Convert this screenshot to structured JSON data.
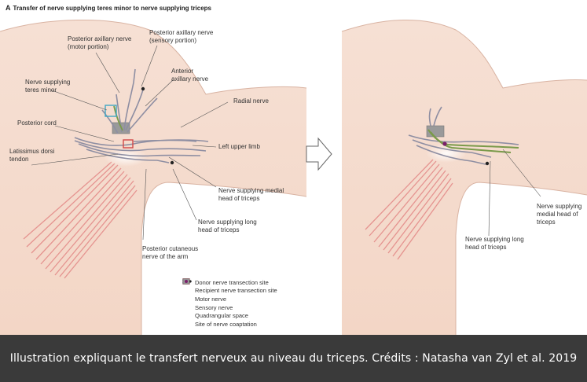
{
  "panel_letter": "A",
  "title": "Transfer of nerve supplying teres minor to nerve supplying triceps",
  "labels": {
    "posterior_axillary_motor": "Posterior axillary nerve\n(motor portion)",
    "posterior_axillary_sensory": "Posterior axillary nerve\n(sensory portion)",
    "anterior_axillary": "Anterior\naxillary nerve",
    "nerve_teres_minor": "Nerve supplying\nteres minor",
    "radial_nerve": "Radial nerve",
    "posterior_cord": "Posterior cord",
    "latissimus": "Latissimus dorsi\ntendon",
    "left_upper_limb": "Left upper limb",
    "medial_head": "Nerve supplying medial\nhead of triceps",
    "long_head": "Nerve supplying long\nhead of triceps",
    "posterior_cutaneous": "Posterior cutaneous\nnerve of the arm",
    "right_medial_head": "Nerve supplying\nmedial head of\ntriceps",
    "right_long_head": "Nerve supplying long\nhead of triceps"
  },
  "legend": [
    {
      "icon": "donor-square-icon",
      "color": "#3fa7c4",
      "label": "Donor nerve transection site"
    },
    {
      "icon": "recipient-square-icon",
      "color": "#d04848",
      "label": "Recipient nerve transection site"
    },
    {
      "icon": "motor-nerve-icon",
      "color": "#8a8a9a",
      "label": "Motor nerve"
    },
    {
      "icon": "sensory-nerve-icon",
      "color": "#8a8a9a",
      "label": "Sensory nerve"
    },
    {
      "icon": "quadrangular-space-icon",
      "color": "#9a9a9a",
      "label": "Quadrangular space"
    },
    {
      "icon": "coaptation-dot-icon",
      "color": "#7a1f6a",
      "label": "Site of nerve coaptation"
    }
  ],
  "caption": "Illustration expliquant le transfert nerveux au niveau du triceps. Crédits : Natasha van Zyl et al. 2019"
}
